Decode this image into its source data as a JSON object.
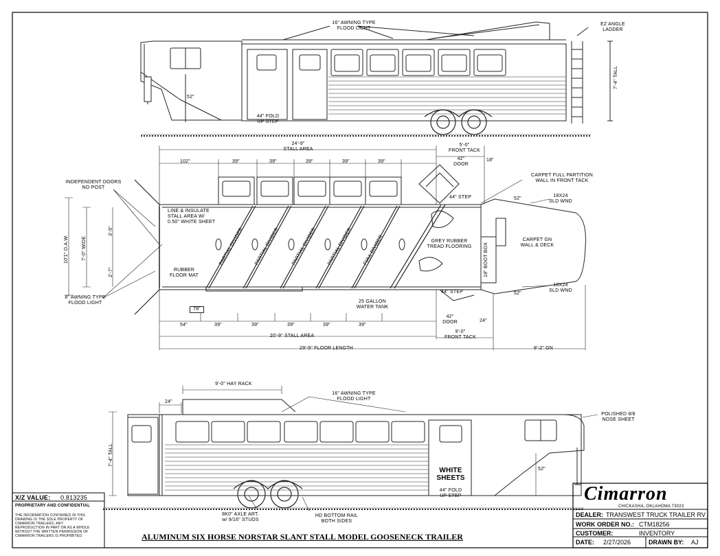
{
  "drawing_title": "ALUMINUM SIX HORSE NORSTAR SLANT STALL MODEL GOOSENECK TRAILER",
  "top_view": {
    "flood_light": "16\" AWNING TYPE",
    "flood_light_2": "FLOOD LIGHT",
    "ladder": "EZ ANGLE",
    "ladder_2": "LADDER",
    "tall": "7'-4\" TALL",
    "dim_52": "52\"",
    "step": "44\" FOLD",
    "step_2": "UP STEP"
  },
  "plan_view": {
    "stall_area_top": "24'-9\"",
    "stall_area_top_label": "STALL AREA",
    "front_tack_top": "5'-0\"",
    "front_tack_top_label": "FRONT TACK",
    "dims_top": [
      "102\"",
      "39\"",
      "39\"",
      "39\"",
      "39\"",
      "39\""
    ],
    "door_42_top": "42\"",
    "door_label_top": "DOOR",
    "dim_18": "18\"",
    "independent_doors": "INDEPENDENT DOORS",
    "independent_doors_2": "NO POST",
    "line_insulate": "LINE & INSULATE",
    "line_insulate_2": "STALL AREA W/",
    "line_insulate_3": "0.50\" WHITE SHEET",
    "oaw": "10'1\" O.A.W.",
    "wide": "7'-0\" WIDE",
    "dim_35": "3'-5\"",
    "dim_27": "2'-7\"",
    "dividers": [
      "PARTIAL DIVIDER",
      "PARTIAL DIVIDER",
      "PARTIAL DIVIDER",
      "PARTIAL DIVIDER",
      "FULL DIVIDER"
    ],
    "rubber_mat": "RUBBER",
    "rubber_mat_2": "FLOOR MAT",
    "awning_light": "8\" AWNING TYPE",
    "awning_light_2": "FLOOD LIGHT",
    "dim_78": "78\"",
    "step_44_top": "44\" STEP",
    "step_44_bot": "44\" STEP",
    "carpet_partition": "CARPET FULL PARTITION",
    "carpet_partition_2": "WALL IN FRONT TACK",
    "dim_52a": "52\"",
    "dim_52b": "52\"",
    "sld_wnd_top": "18X24",
    "sld_wnd_top_2": "SLD WND",
    "sld_wnd_bot": "18X24",
    "sld_wnd_bot_2": "SLD WND",
    "grey_rubber": "GREY RUBBER",
    "grey_rubber_2": "TREAD FLOORING",
    "carpet_gn": "CARPET GN",
    "carpet_gn_2": "WALL & DECK",
    "boot_box": "18\" BOOT",
    "boot_box_2": "BOX",
    "water_tank": "25 GALLON",
    "water_tank_2": "WATER TANK",
    "dims_bottom": [
      "54\"",
      "39\"",
      "39\"",
      "39\"",
      "39\"",
      "39\""
    ],
    "door_42_bot": "42\"",
    "door_label_bot": "DOOR",
    "dim_24": "24\"",
    "stall_area_bot": "20'-9\" STALL AREA",
    "front_tack_bot": "9'-0\"",
    "front_tack_bot_label": "FRONT TACK",
    "floor_length": "29'-9\" FLOOR LENGTH",
    "gn": "8'-2\" GN"
  },
  "side_view": {
    "hay_rack": "9'-0\" HAY RACK",
    "dim_24": "24\"",
    "flood_light": "16\" AWNING TYPE",
    "flood_light_2": "FLOOD LIGHT",
    "nose": "POLISHED 8/8",
    "nose_2": "NOSE SHEET",
    "tall": "7'-4\" TALL",
    "white_sheets": "WHITE",
    "white_sheets_2": "SHEETS",
    "dim_52": "52\"",
    "step": "44\" FOLD",
    "step_2": "UP STEP",
    "axle": "8K0\" AXLE ART.",
    "axle_2": "w/ 9/16\" STUDS",
    "bottom_rail": "HD BOTTOM RAIL",
    "bottom_rail_2": "BOTH SIDES"
  },
  "xz_value_label": "X/Z VALUE:",
  "xz_value": "0.813235",
  "proprietary_title": "PROPRIETARY AND CONFIDENTIAL",
  "proprietary_lines": [
    "THE INFORMATION CONTAINED IN THIS",
    "DRAWING IS THE SOLE PROPERTY OF",
    "CIMARRON TRAILERS. ANY",
    "REPRODUCTION IN PART OR AS A WHOLE",
    "WITHOUT THE WRITTEN PERMISSION OF",
    "CIMARRON TRAILERS IS PROHIBITED."
  ],
  "title_block": {
    "logo": "Cimarron",
    "address": "CHICKASHA, OKLAHOMA 73023",
    "dealer_label": "DEALER:",
    "dealer": "TRANSWEST TRUCK TRAILER RV",
    "work_order_label": "WORK ORDER NO.:",
    "work_order": "CTM18256",
    "customer_label": "CUSTOMER:",
    "customer": "INVENTORY",
    "date_label": "DATE:",
    "date": "2/27/2026",
    "drawn_by_label": "DRAWN BY:",
    "drawn_by": "AJ"
  }
}
